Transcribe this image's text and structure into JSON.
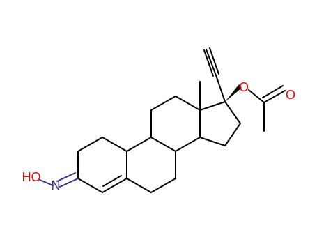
{
  "molecule": {
    "atoms": {
      "hydroxyl_label": "HO",
      "imine_nitrogen_label": "N",
      "ester_oxygen_label": "O",
      "carbonyl_oxygen_label": "O"
    },
    "colors": {
      "bond": "#000000",
      "oxygen": "#ff0000",
      "nitrogen": "#33338c"
    }
  }
}
